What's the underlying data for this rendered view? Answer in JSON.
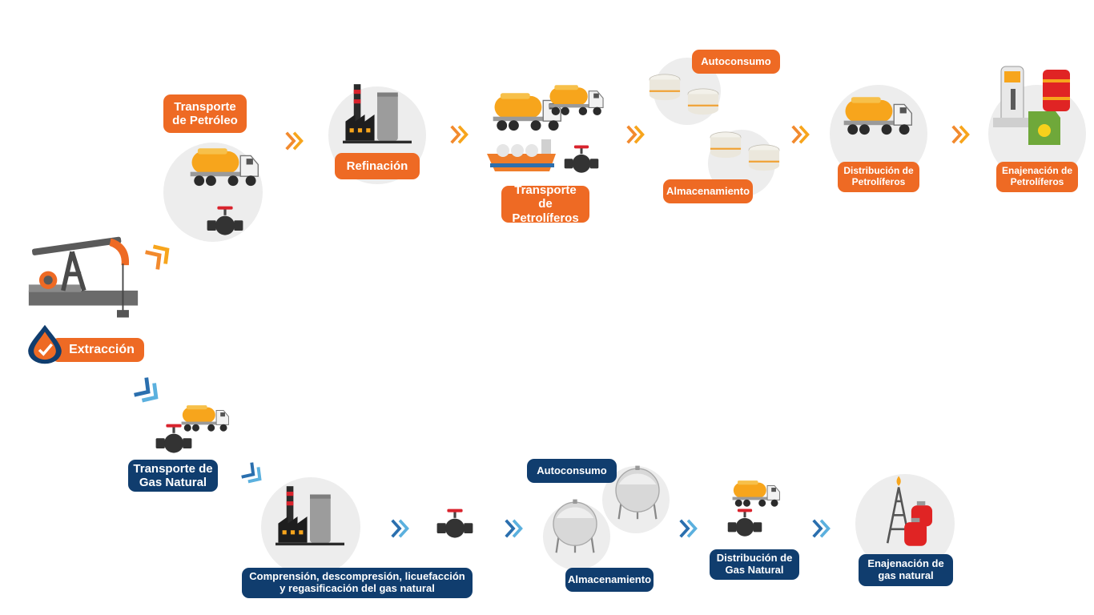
{
  "oil_chain": {
    "transporte_petroleo": "Transporte de Petróleo",
    "refinacion": "Refinación",
    "transporte_petroliferos": "Transporte de Petrolíferos",
    "autoconsumo": "Autoconsumo",
    "almacenamiento": "Almacenamiento",
    "distribucion": "Distribución de Petrolíferos",
    "enajenacion": "Enajenación de Petrolíferos"
  },
  "origin": {
    "extraccion": "Extracción"
  },
  "gas_chain": {
    "transporte_gas": "Transporte de Gas Natural",
    "compresion": "Comprensión, descompresión, licuefacción y regasificación del gas natural",
    "autoconsumo": "Autoconsumo",
    "almacenamiento": "Almacenamiento",
    "distribucion": "Distribución de Gas Natural",
    "enajenacion": "Enajenación de gas natural"
  },
  "colors": {
    "oil_accent": "#ee6a24",
    "gas_accent": "#103d6e",
    "chevron_orange": "#f28a2e",
    "chevron_blue": "#3b8fc4",
    "circle_bg": "#ededed"
  }
}
